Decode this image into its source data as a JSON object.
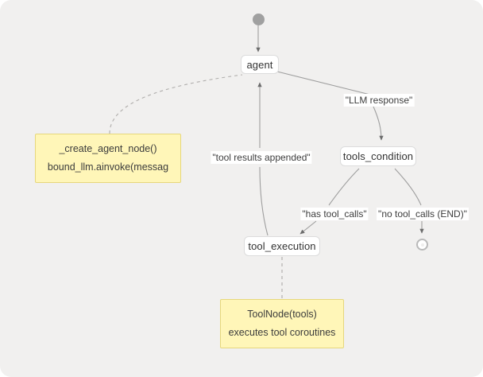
{
  "diagram": {
    "type": "flowchart",
    "background_color": "#f1f0ef",
    "node_fill": "#ffffff",
    "node_border": "#dcdcdc",
    "note_fill": "#fff6b8",
    "note_border": "#e6d77c",
    "edge_color": "#9e9e9e",
    "nodes": [
      {
        "id": "start",
        "shape": "start-dot",
        "label": ""
      },
      {
        "id": "agent",
        "shape": "box",
        "label": "agent"
      },
      {
        "id": "tools_condition",
        "shape": "box",
        "label": "tools_condition"
      },
      {
        "id": "tool_execution",
        "shape": "box",
        "label": "tool_execution"
      },
      {
        "id": "end",
        "shape": "end-ring",
        "label": ""
      }
    ],
    "notes": [
      {
        "id": "agent_note",
        "line1": "_create_agent_node()",
        "line2": "bound_llm.ainvoke(messag",
        "attached_to": "agent"
      },
      {
        "id": "tool_note",
        "line1": "ToolNode(tools)",
        "line2": "executes tool coroutines",
        "attached_to": "tool_execution"
      }
    ],
    "edges": [
      {
        "from": "start",
        "to": "agent",
        "label": ""
      },
      {
        "from": "agent",
        "to": "tools_condition",
        "label": "\"LLM response\""
      },
      {
        "from": "tools_condition",
        "to": "tool_execution",
        "label": "\"has tool_calls\""
      },
      {
        "from": "tools_condition",
        "to": "end",
        "label": "\"no tool_calls (END)\""
      },
      {
        "from": "tool_execution",
        "to": "agent",
        "label": "\"tool results appended\""
      }
    ]
  }
}
